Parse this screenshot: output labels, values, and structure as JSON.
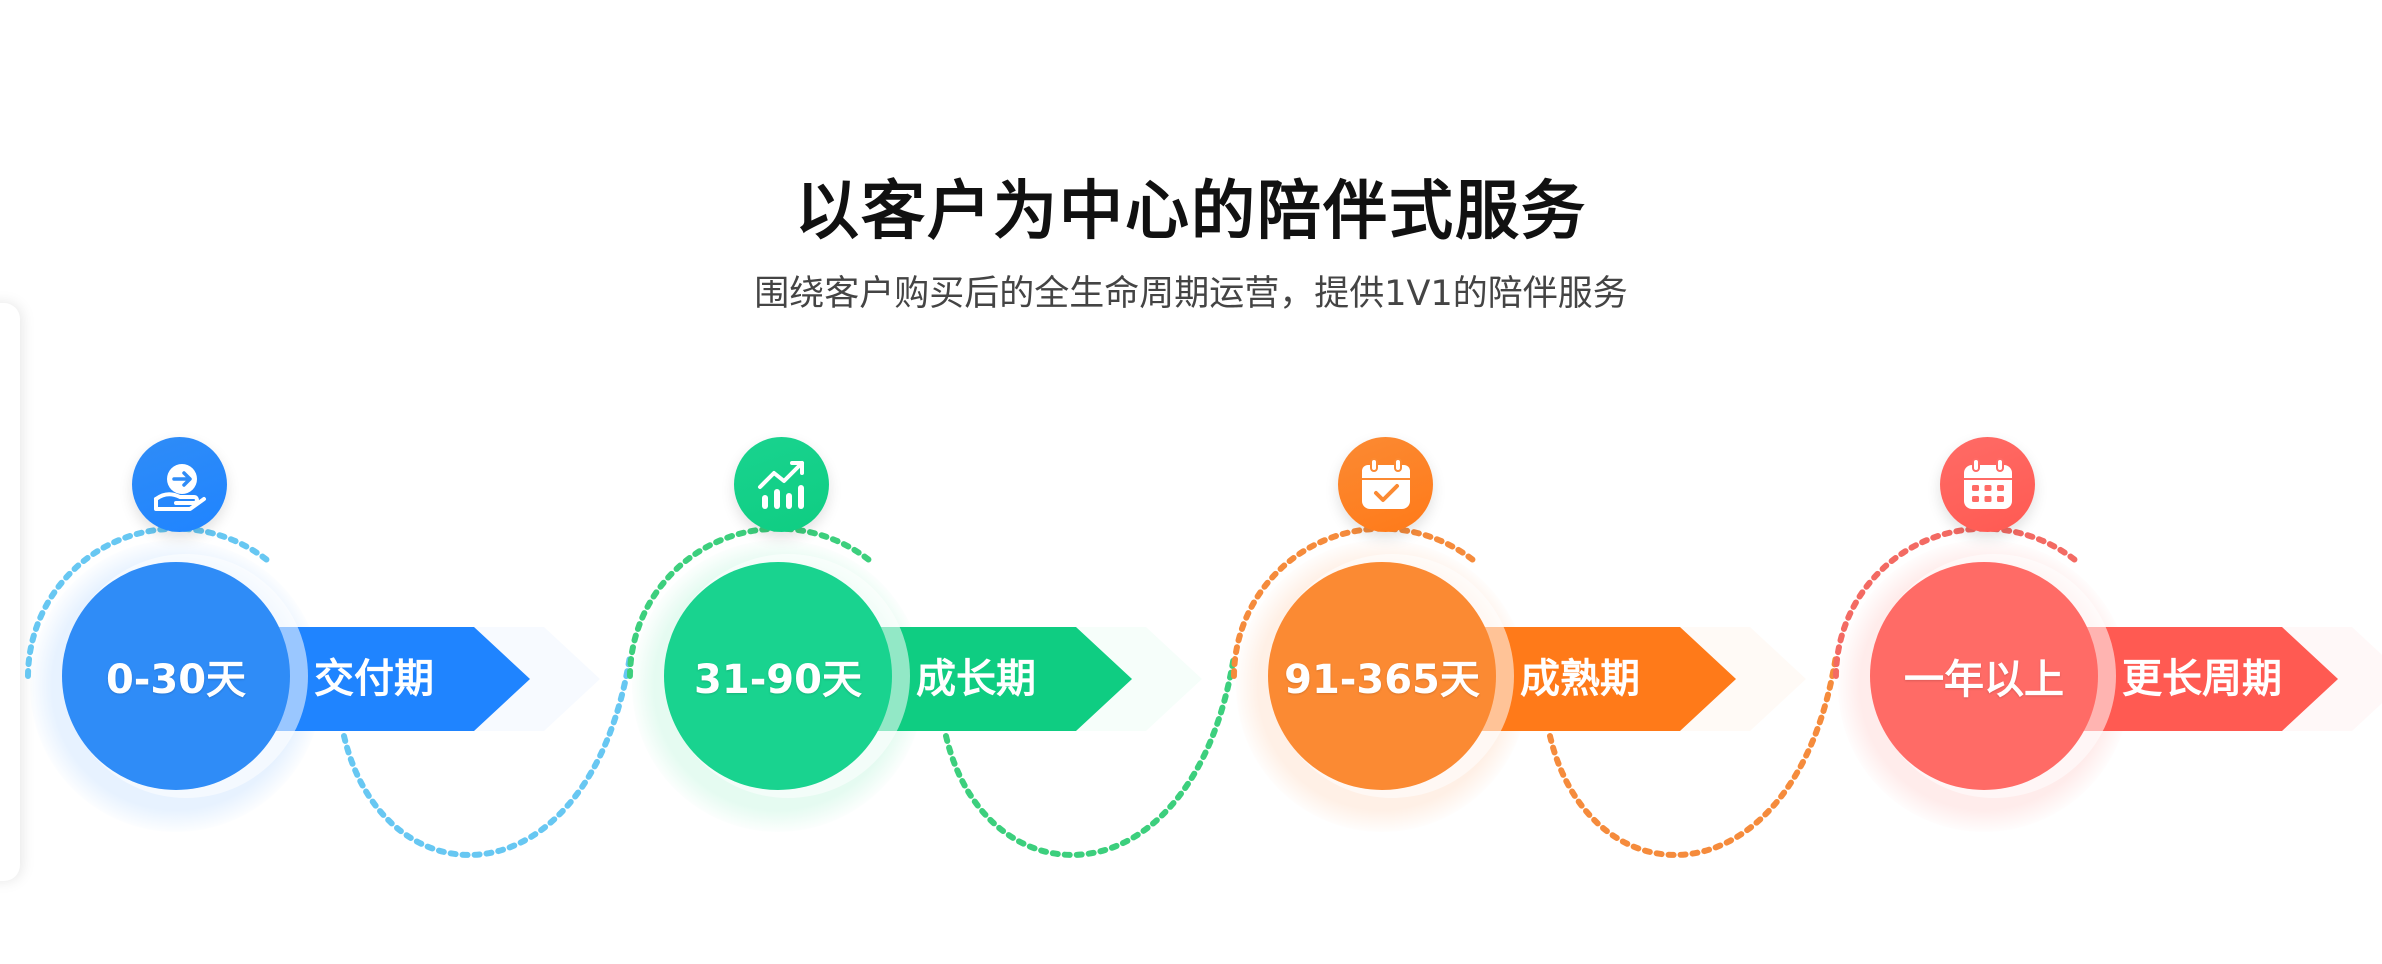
{
  "heading": {
    "title": "以客户为中心的陪伴式服务",
    "subtitle": "围绕客户购买后的全生命周期运营，提供1V1的陪伴服务"
  },
  "stages": [
    {
      "duration": "0-30天",
      "phase": "交付期",
      "icon": "hand-arrow-icon",
      "color": "#2f8cf7",
      "arrow_color": "#1f84ff",
      "halo_color": "#e7f2ff",
      "dot_color": "#67c7f2"
    },
    {
      "duration": "31-90天",
      "phase": "成长期",
      "icon": "growth-chart-icon",
      "color": "#19d38f",
      "arrow_color": "#0fcd82",
      "halo_color": "#e5fbf1",
      "dot_color": "#3ccf7d"
    },
    {
      "duration": "91-365天",
      "phase": "成熟期",
      "icon": "calendar-check-icon",
      "color": "#fb8a33",
      "arrow_color": "#ff7a19",
      "halo_color": "#fff0e6",
      "dot_color": "#f58b3c"
    },
    {
      "duration": "一年以上",
      "phase": "更长周期",
      "icon": "calendar-grid-icon",
      "color": "#ff6b66",
      "arrow_color": "#ff5a52",
      "halo_color": "#ffeceb",
      "dot_color": "#f36a63"
    }
  ]
}
